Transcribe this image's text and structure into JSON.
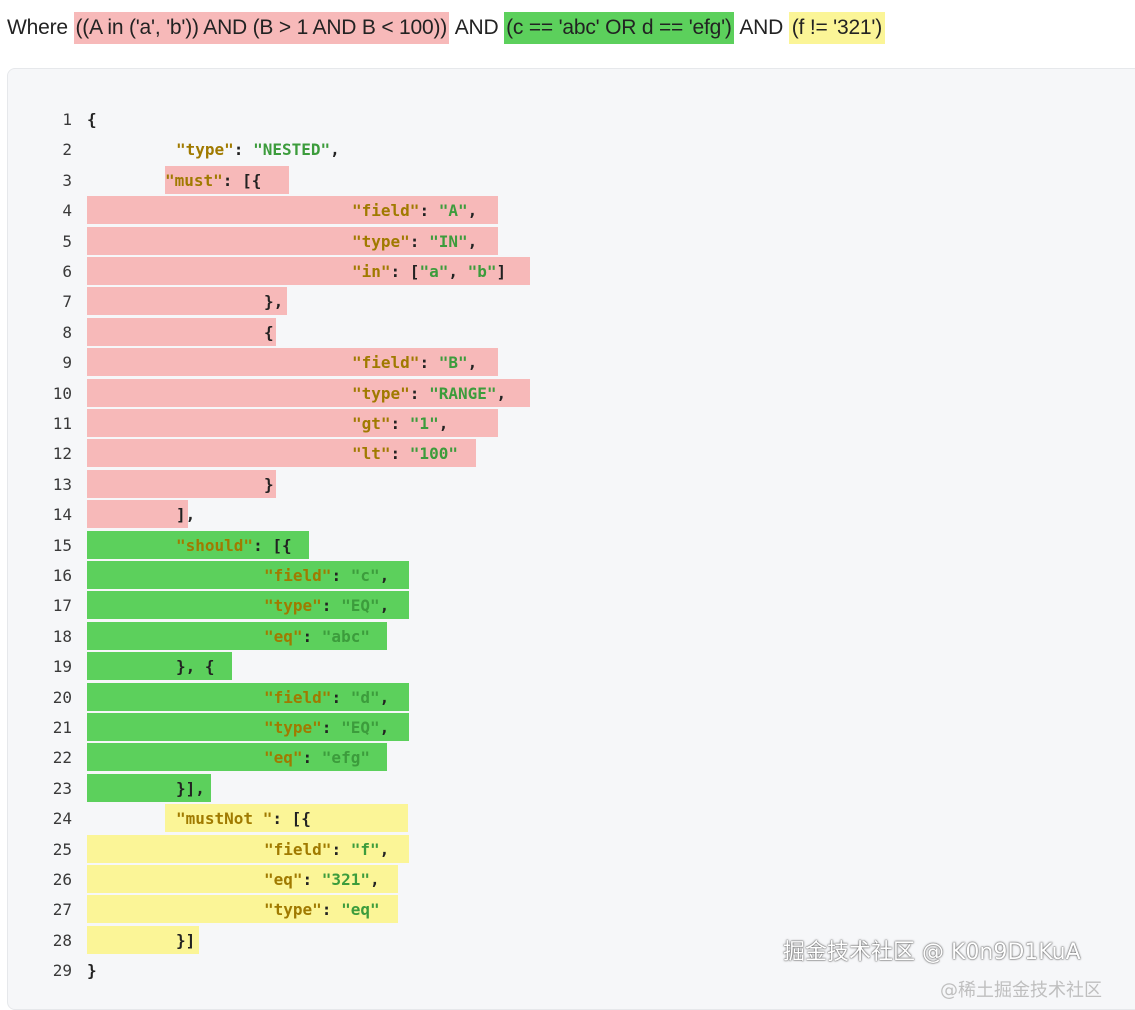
{
  "query": {
    "prefix": "Where",
    "part1": "((A in ('a', 'b')) AND (B > 1 AND B < 100))",
    "and1": "AND",
    "part2": "(c == 'abc' OR d == 'efg')",
    "and2": "AND",
    "part3": "(f != '321')"
  },
  "colors": {
    "must": "#f7b9b9",
    "should": "#5cd05c",
    "mustNot": "#fbf597",
    "key": "#a07a00",
    "string": "#3c9c3c"
  },
  "lines": [
    {
      "n": "1",
      "hl": null,
      "tokens": [
        [
          "p",
          "{"
        ]
      ]
    },
    {
      "n": "2",
      "hl": null,
      "tokens": [
        [
          "k",
          "\"type\""
        ],
        [
          "p",
          ": "
        ],
        [
          "s",
          "\"NESTED\""
        ],
        [
          "p",
          ","
        ]
      ]
    },
    {
      "n": "3",
      "hl": "must",
      "tokens": [
        [
          "k",
          "\"must\""
        ],
        [
          "p",
          ": [{"
        ]
      ]
    },
    {
      "n": "4",
      "hl": "must",
      "tokens": [
        [
          "k",
          "\"field\""
        ],
        [
          "p",
          ": "
        ],
        [
          "s",
          "\"A\""
        ],
        [
          "p",
          ","
        ]
      ]
    },
    {
      "n": "5",
      "hl": "must",
      "tokens": [
        [
          "k",
          "\"type\""
        ],
        [
          "p",
          ": "
        ],
        [
          "s",
          "\"IN\""
        ],
        [
          "p",
          ","
        ]
      ]
    },
    {
      "n": "6",
      "hl": "must",
      "tokens": [
        [
          "k",
          "\"in\""
        ],
        [
          "p",
          ": ["
        ],
        [
          "s",
          "\"a\""
        ],
        [
          "p",
          ", "
        ],
        [
          "s",
          "\"b\""
        ],
        [
          "p",
          "]"
        ]
      ]
    },
    {
      "n": "7",
      "hl": "must",
      "tokens": [
        [
          "p",
          "},"
        ]
      ]
    },
    {
      "n": "8",
      "hl": "must",
      "tokens": [
        [
          "p",
          "{"
        ]
      ]
    },
    {
      "n": "9",
      "hl": "must",
      "tokens": [
        [
          "k",
          "\"field\""
        ],
        [
          "p",
          ": "
        ],
        [
          "s",
          "\"B\""
        ],
        [
          "p",
          ","
        ]
      ]
    },
    {
      "n": "10",
      "hl": "must",
      "tokens": [
        [
          "k",
          "\"type\""
        ],
        [
          "p",
          ": "
        ],
        [
          "s",
          "\"RANGE\""
        ],
        [
          "p",
          ","
        ]
      ]
    },
    {
      "n": "11",
      "hl": "must",
      "tokens": [
        [
          "k",
          "\"gt\""
        ],
        [
          "p",
          ": "
        ],
        [
          "s",
          "\"1\""
        ],
        [
          "p",
          ","
        ]
      ]
    },
    {
      "n": "12",
      "hl": "must",
      "tokens": [
        [
          "k",
          "\"lt\""
        ],
        [
          "p",
          ": "
        ],
        [
          "s",
          "\"100\""
        ]
      ]
    },
    {
      "n": "13",
      "hl": "must",
      "tokens": [
        [
          "p",
          "}"
        ]
      ]
    },
    {
      "n": "14",
      "hl": "must",
      "tokens": [
        [
          "p",
          "],"
        ]
      ]
    },
    {
      "n": "15",
      "hl": "should",
      "tokens": [
        [
          "k",
          "\"should\""
        ],
        [
          "p",
          ": [{"
        ]
      ]
    },
    {
      "n": "16",
      "hl": "should",
      "tokens": [
        [
          "k",
          "\"field\""
        ],
        [
          "p",
          ": "
        ],
        [
          "s",
          "\"c\""
        ],
        [
          "p",
          ","
        ]
      ]
    },
    {
      "n": "17",
      "hl": "should",
      "tokens": [
        [
          "k",
          "\"type\""
        ],
        [
          "p",
          ": "
        ],
        [
          "s",
          "\"EQ\""
        ],
        [
          "p",
          ","
        ]
      ]
    },
    {
      "n": "18",
      "hl": "should",
      "tokens": [
        [
          "k",
          "\"eq\""
        ],
        [
          "p",
          ": "
        ],
        [
          "s",
          "\"abc\""
        ]
      ]
    },
    {
      "n": "19",
      "hl": "should",
      "tokens": [
        [
          "p",
          "}, {"
        ]
      ]
    },
    {
      "n": "20",
      "hl": "should",
      "tokens": [
        [
          "k",
          "\"field\""
        ],
        [
          "p",
          ": "
        ],
        [
          "s",
          "\"d\""
        ],
        [
          "p",
          ","
        ]
      ]
    },
    {
      "n": "21",
      "hl": "should",
      "tokens": [
        [
          "k",
          "\"type\""
        ],
        [
          "p",
          ": "
        ],
        [
          "s",
          "\"EQ\""
        ],
        [
          "p",
          ","
        ]
      ]
    },
    {
      "n": "22",
      "hl": "should",
      "tokens": [
        [
          "k",
          "\"eq\""
        ],
        [
          "p",
          ": "
        ],
        [
          "s",
          "\"efg\""
        ]
      ]
    },
    {
      "n": "23",
      "hl": "should",
      "tokens": [
        [
          "p",
          "}],"
        ]
      ]
    },
    {
      "n": "24",
      "hl": "mustNot",
      "tokens": [
        [
          "k",
          "\"mustNot \""
        ],
        [
          "p",
          ": [{"
        ]
      ]
    },
    {
      "n": "25",
      "hl": "mustNot",
      "tokens": [
        [
          "k",
          "\"field\""
        ],
        [
          "p",
          ": "
        ],
        [
          "s",
          "\"f\""
        ],
        [
          "p",
          ","
        ]
      ]
    },
    {
      "n": "26",
      "hl": "mustNot",
      "tokens": [
        [
          "k",
          "\"eq\""
        ],
        [
          "p",
          ": "
        ],
        [
          "s",
          "\"321\""
        ],
        [
          "p",
          ","
        ]
      ]
    },
    {
      "n": "27",
      "hl": "mustNot",
      "tokens": [
        [
          "k",
          "\"type\""
        ],
        [
          "p",
          ": "
        ],
        [
          "s",
          "\"eq\""
        ]
      ]
    },
    {
      "n": "28",
      "hl": "mustNot",
      "tokens": [
        [
          "p",
          "}]"
        ]
      ]
    },
    {
      "n": "29",
      "hl": null,
      "tokens": [
        [
          "p",
          "}"
        ]
      ]
    }
  ],
  "watermark": "掘金技术社区 @ K0n9D1KuA",
  "watermark_faint": "@稀土掘金技术社区"
}
